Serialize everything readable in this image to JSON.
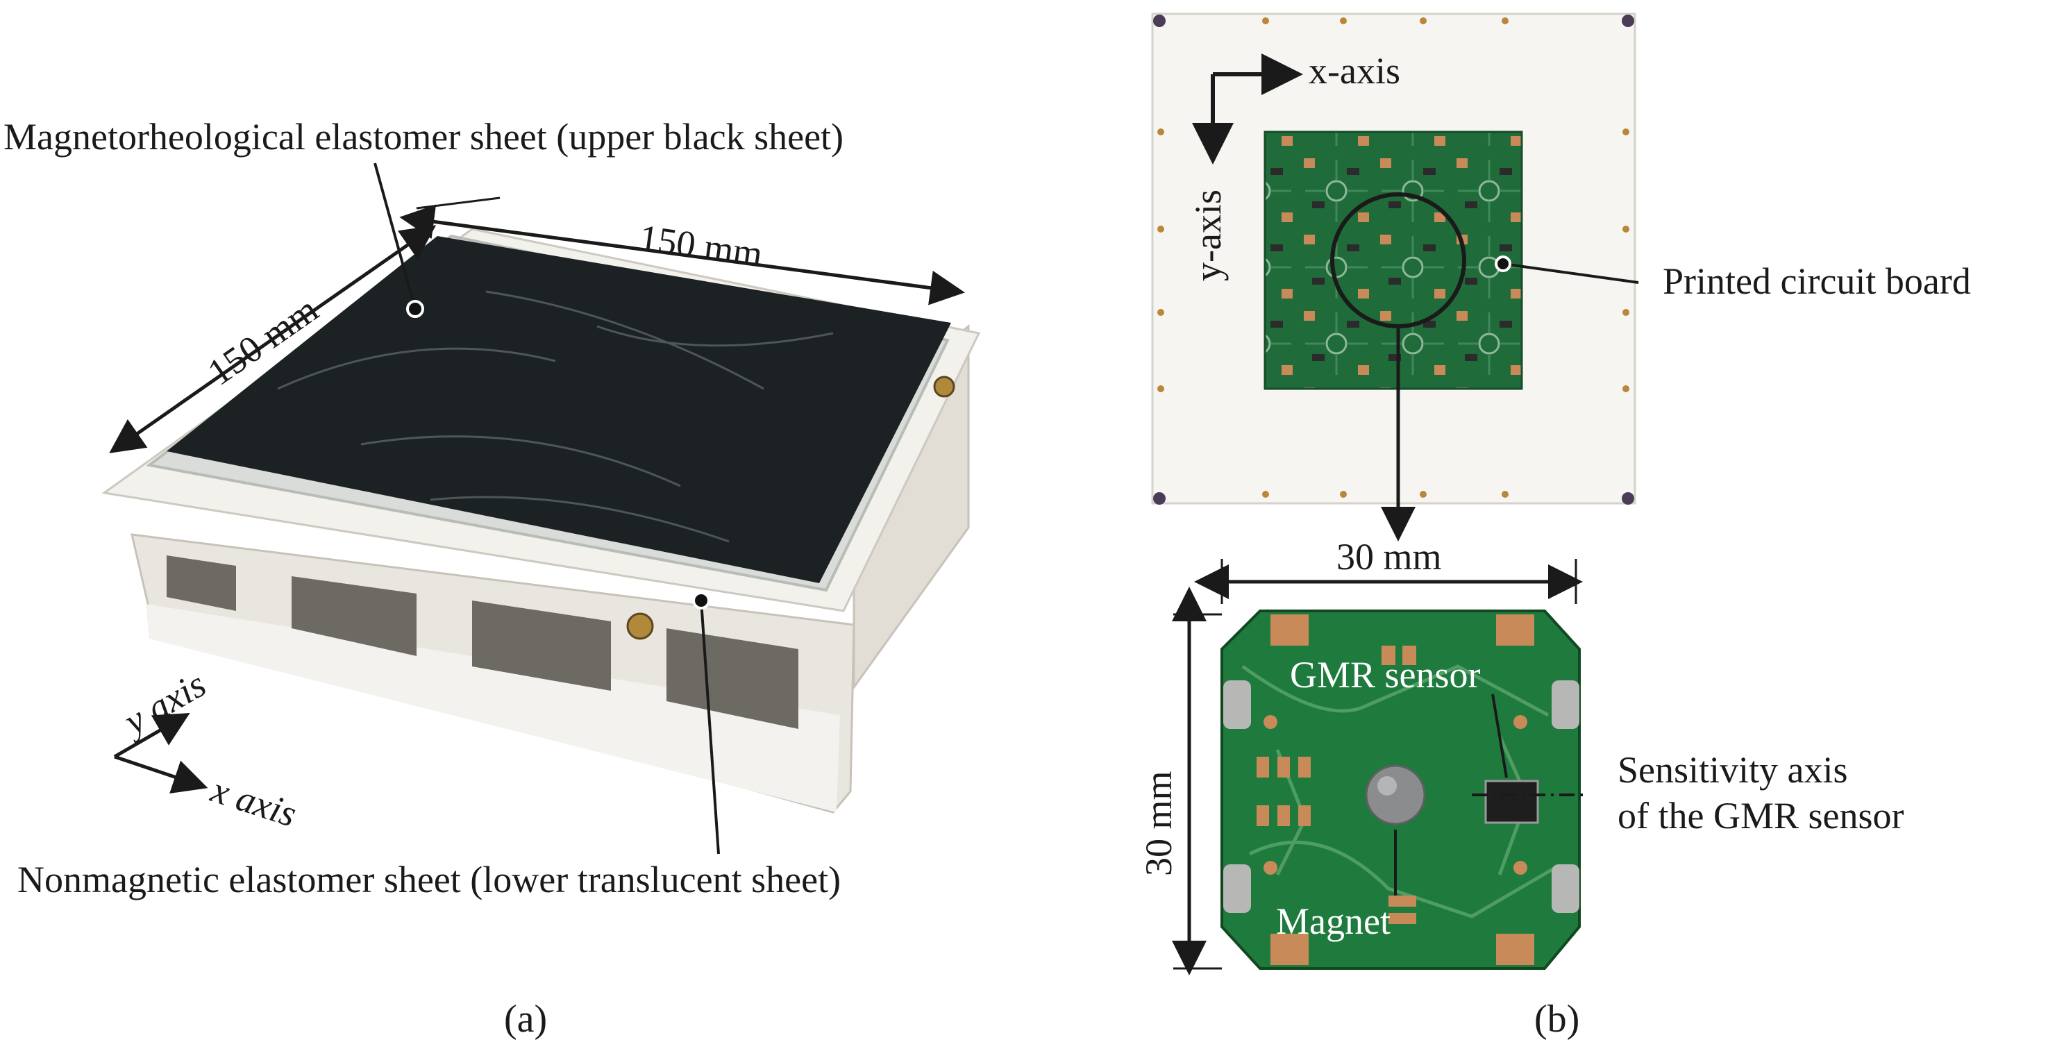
{
  "panel_a": {
    "caption": "(a)",
    "label_upper_sheet": "Magnetorheological elastomer sheet (upper black sheet)",
    "label_lower_sheet": "Nonmagnetic elastomer sheet (lower translucent sheet)",
    "dim_width": "150 mm",
    "dim_depth": "150 mm",
    "axis_y_label": "y axis",
    "axis_x_label": "x axis"
  },
  "panel_b": {
    "caption": "(b)",
    "axis_x_label": "x-axis",
    "axis_y_label": "y-axis",
    "label_pcb": "Printed circuit board",
    "dim_width": "30 mm",
    "dim_height": "30 mm",
    "label_gmr": "GMR sensor",
    "label_sensitivity_line1": "Sensitivity axis",
    "label_sensitivity_line2": "of the GMR sensor",
    "label_magnet": "Magnet"
  },
  "colors": {
    "elastomer_black": "#1c2224",
    "frame_white": "#f3f1ec",
    "pcb_green": "#1f6b3a",
    "copper_pad": "#c98a5a",
    "magnet_grey": "#8a8c8e"
  }
}
